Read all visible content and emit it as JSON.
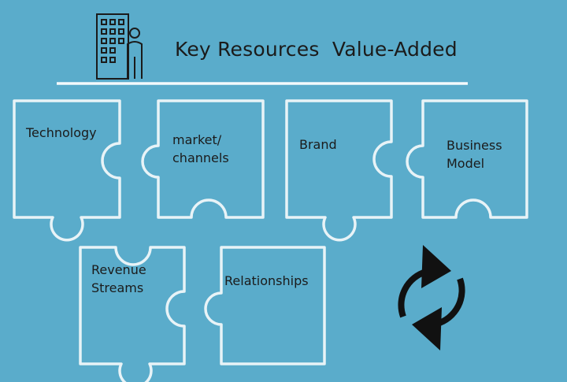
{
  "title": "Key Resources  Value-Added",
  "icons": {
    "header": "building-person-icon",
    "cycle": "refresh-cycle-icon"
  },
  "colors": {
    "background": "#5aaccb",
    "outline": "#e8f3f7",
    "text": "#1b1b1b",
    "cycle": "#111111"
  },
  "pieces": [
    {
      "id": "technology",
      "label": "Technology"
    },
    {
      "id": "market-channels",
      "label": "market/\nchannels"
    },
    {
      "id": "brand",
      "label": "Brand"
    },
    {
      "id": "business-model",
      "label": "Business\nModel"
    },
    {
      "id": "revenue-streams",
      "label": "Revenue\nStreams"
    },
    {
      "id": "relationships",
      "label": "Relationships"
    }
  ]
}
